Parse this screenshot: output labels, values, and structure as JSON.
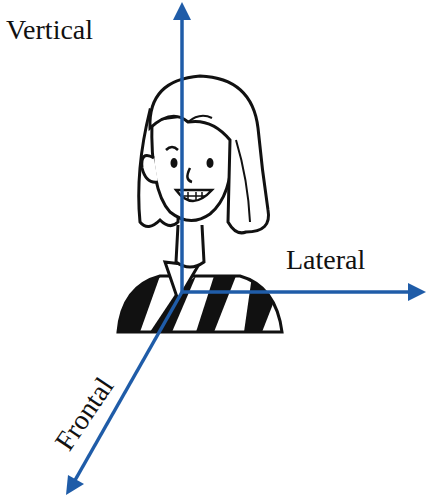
{
  "diagram": {
    "labels": [
      "Vertical",
      "Lateral",
      "Frontal"
    ]
  }
}
